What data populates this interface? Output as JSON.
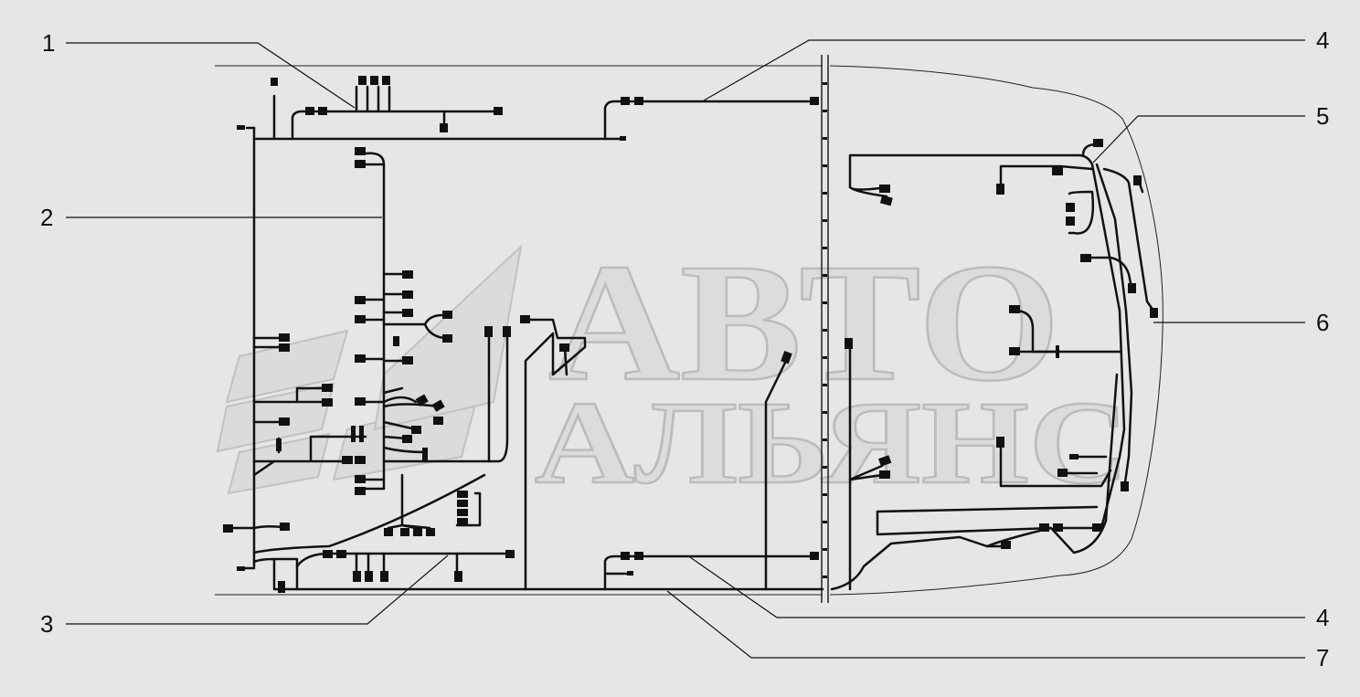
{
  "watermark": {
    "line1": "АВТО",
    "line2": "АЛЬЯНС"
  },
  "callouts": [
    {
      "id": "1",
      "label": "1"
    },
    {
      "id": "2",
      "label": "2"
    },
    {
      "id": "3",
      "label": "3"
    },
    {
      "id": "4a",
      "label": "4"
    },
    {
      "id": "5",
      "label": "5"
    },
    {
      "id": "6",
      "label": "6"
    },
    {
      "id": "4b",
      "label": "4"
    },
    {
      "id": "7",
      "label": "7"
    }
  ],
  "colors": {
    "background": "#e6e6e6",
    "wire": "#111111",
    "outline": "#333333",
    "watermark_fill": "#d9d9d9",
    "watermark_stroke": "#bdbdbd"
  }
}
